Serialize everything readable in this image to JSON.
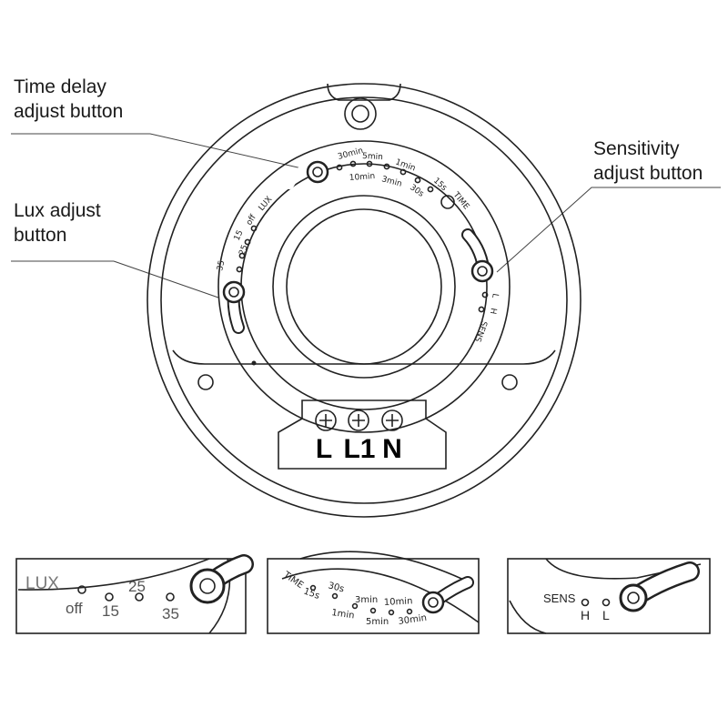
{
  "callouts": {
    "time_delay": [
      "Time delay",
      "adjust button"
    ],
    "lux": [
      "Lux adjust",
      "button"
    ],
    "sensitivity": [
      "Sensitivity",
      "adjust button"
    ]
  },
  "terminals": [
    "L",
    "L1",
    "N"
  ],
  "time_scale": {
    "title": "TIME",
    "settings": [
      "15s",
      "30s",
      "1min",
      "3min",
      "5min",
      "10min",
      "30min"
    ]
  },
  "lux_scale": {
    "title": "LUX",
    "settings": [
      "off",
      "15",
      "25",
      "35"
    ]
  },
  "sens_scale": {
    "title": "SENS",
    "settings": [
      "H",
      "L"
    ]
  }
}
